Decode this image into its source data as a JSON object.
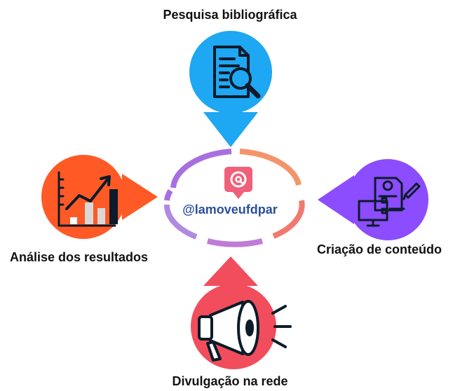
{
  "nodes": {
    "top": {
      "label": "Pesquisa bibliográfica",
      "color": "#1ea7f2",
      "icon": "document-search-icon"
    },
    "right": {
      "label": "Criação de conteúdo",
      "color": "#8b4dff",
      "icon": "design-monitor-icon"
    },
    "bottom": {
      "label": "Divulgação na rede",
      "color": "#f24d5c",
      "icon": "megaphone-icon"
    },
    "left": {
      "label": "Análise dos resultados",
      "color": "#ff5a26",
      "icon": "bar-chart-growth-icon"
    }
  },
  "center": {
    "handle": "@lamoveufdpar",
    "handle_color": "#2b4f9e",
    "icon": "at-sign-message-icon",
    "icon_color": "#f0607a",
    "ring_colors": [
      "#a86fe0",
      "#f5946a",
      "#f06a7a",
      "#b98ae0"
    ]
  }
}
